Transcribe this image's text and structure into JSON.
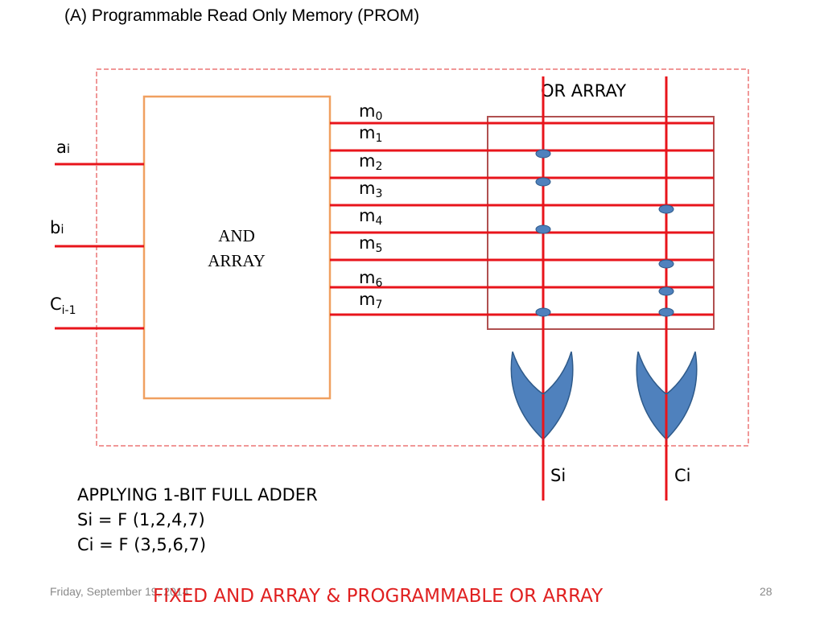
{
  "title": "(A) Programmable Read Only Memory (PROM)",
  "or_array_label": "OR ARRAY",
  "and_array_label": [
    "AND",
    "ARRAY"
  ],
  "inputs": [
    {
      "base": "a",
      "sub": "i"
    },
    {
      "base": "b",
      "sub": "i"
    },
    {
      "base": "C",
      "sub": "i-1"
    }
  ],
  "minterms": [
    {
      "base": "m",
      "sub": "0"
    },
    {
      "base": "m",
      "sub": "1"
    },
    {
      "base": "m",
      "sub": "2"
    },
    {
      "base": "m",
      "sub": "3"
    },
    {
      "base": "m",
      "sub": "4"
    },
    {
      "base": "m",
      "sub": "5"
    },
    {
      "base": "m",
      "sub": "6"
    },
    {
      "base": "m",
      "sub": "7"
    }
  ],
  "outputs": [
    {
      "label": "Si",
      "connected_minterms": [
        1,
        2,
        4,
        7
      ]
    },
    {
      "label": "Ci",
      "connected_minterms": [
        3,
        5,
        6,
        7
      ]
    }
  ],
  "equations": {
    "heading": "APPLYING 1-BIT FULL ADDER",
    "si": "Si = F (1,2,4,7)",
    "ci": "Ci = F (3,5,6,7)"
  },
  "footer": {
    "date": "Friday, September 19, 2014",
    "caption": "FIXED AND ARRAY & PROGRAMMABLE OR ARRAY",
    "page": "28"
  },
  "colors": {
    "wire": "#e8141b",
    "and_box": "#f0a060",
    "or_box": "#b05050",
    "fuse": "#4f81bd",
    "gate": "#4f81bd",
    "frame": "#e03030"
  }
}
